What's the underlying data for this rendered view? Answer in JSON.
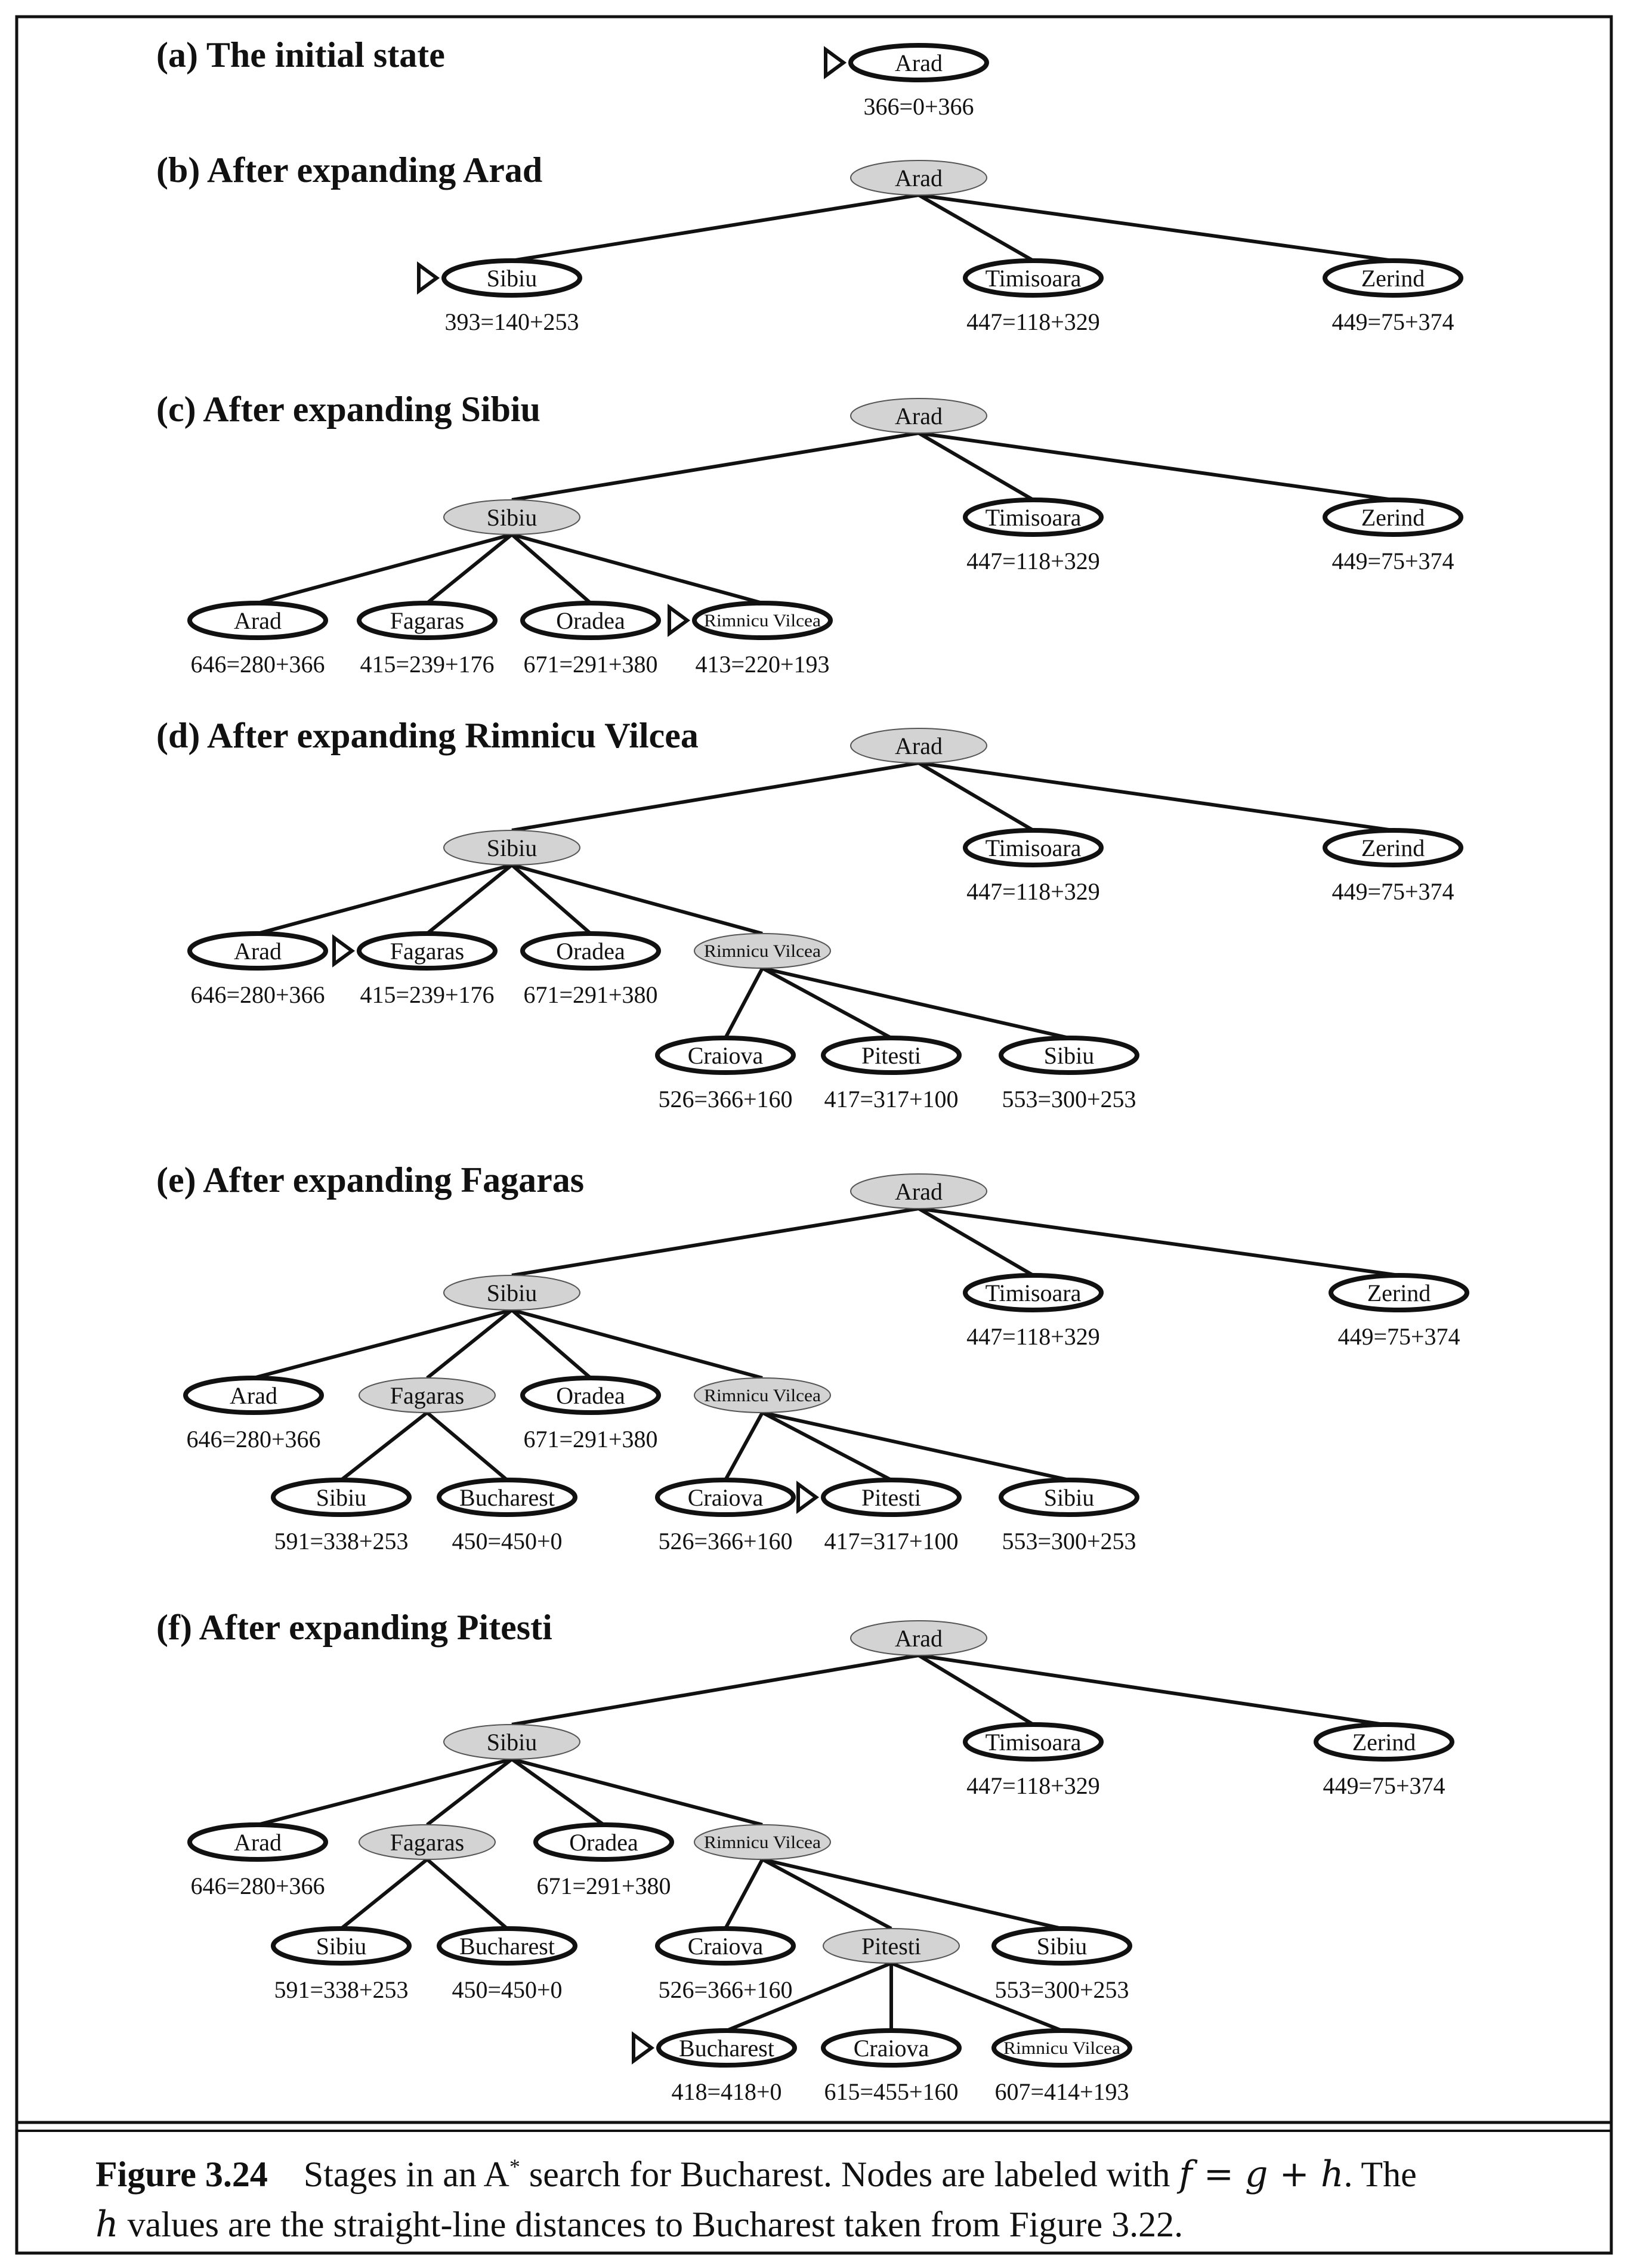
{
  "stages": [
    {
      "id": "a",
      "heading": "(a) The initial state",
      "nodes": [
        {
          "id": "arad",
          "label": "Arad",
          "f": "366=0+366",
          "expanded": false,
          "marked": true
        }
      ],
      "edges": []
    },
    {
      "id": "b",
      "heading": "(b) After expanding Arad",
      "nodes": [
        {
          "id": "arad",
          "label": "Arad",
          "f": "",
          "expanded": true,
          "marked": false
        },
        {
          "id": "sibiu",
          "label": "Sibiu",
          "f": "393=140+253",
          "expanded": false,
          "marked": true
        },
        {
          "id": "timisoara",
          "label": "Timisoara",
          "f": "447=118+329",
          "expanded": false,
          "marked": false
        },
        {
          "id": "zerind",
          "label": "Zerind",
          "f": "449=75+374",
          "expanded": false,
          "marked": false
        }
      ],
      "edges": [
        [
          "arad",
          "sibiu"
        ],
        [
          "arad",
          "timisoara"
        ],
        [
          "arad",
          "zerind"
        ]
      ]
    },
    {
      "id": "c",
      "heading": "(c) After expanding Sibiu",
      "nodes": [
        {
          "id": "arad",
          "label": "Arad",
          "f": "",
          "expanded": true,
          "marked": false
        },
        {
          "id": "sibiu",
          "label": "Sibiu",
          "f": "",
          "expanded": true,
          "marked": false
        },
        {
          "id": "timisoara",
          "label": "Timisoara",
          "f": "447=118+329",
          "expanded": false,
          "marked": false
        },
        {
          "id": "zerind",
          "label": "Zerind",
          "f": "449=75+374",
          "expanded": false,
          "marked": false
        },
        {
          "id": "arad2",
          "label": "Arad",
          "f": "646=280+366",
          "expanded": false,
          "marked": false
        },
        {
          "id": "fagaras",
          "label": "Fagaras",
          "f": "415=239+176",
          "expanded": false,
          "marked": false
        },
        {
          "id": "oradea",
          "label": "Oradea",
          "f": "671=291+380",
          "expanded": false,
          "marked": false
        },
        {
          "id": "rimnicu",
          "label": "Rimnicu Vilcea",
          "f": "413=220+193",
          "expanded": false,
          "marked": true
        }
      ],
      "edges": [
        [
          "arad",
          "sibiu"
        ],
        [
          "arad",
          "timisoara"
        ],
        [
          "arad",
          "zerind"
        ],
        [
          "sibiu",
          "arad2"
        ],
        [
          "sibiu",
          "fagaras"
        ],
        [
          "sibiu",
          "oradea"
        ],
        [
          "sibiu",
          "rimnicu"
        ]
      ]
    },
    {
      "id": "d",
      "heading": "(d) After expanding Rimnicu Vilcea",
      "nodes": [
        {
          "id": "arad",
          "label": "Arad",
          "f": "",
          "expanded": true,
          "marked": false
        },
        {
          "id": "sibiu",
          "label": "Sibiu",
          "f": "",
          "expanded": true,
          "marked": false
        },
        {
          "id": "timisoara",
          "label": "Timisoara",
          "f": "447=118+329",
          "expanded": false,
          "marked": false
        },
        {
          "id": "zerind",
          "label": "Zerind",
          "f": "449=75+374",
          "expanded": false,
          "marked": false
        },
        {
          "id": "arad2",
          "label": "Arad",
          "f": "646=280+366",
          "expanded": false,
          "marked": false
        },
        {
          "id": "fagaras",
          "label": "Fagaras",
          "f": "415=239+176",
          "expanded": false,
          "marked": true
        },
        {
          "id": "oradea",
          "label": "Oradea",
          "f": "671=291+380",
          "expanded": false,
          "marked": false
        },
        {
          "id": "rimnicu",
          "label": "Rimnicu Vilcea",
          "f": "",
          "expanded": true,
          "marked": false
        },
        {
          "id": "craiova",
          "label": "Craiova",
          "f": "526=366+160",
          "expanded": false,
          "marked": false
        },
        {
          "id": "pitesti",
          "label": "Pitesti",
          "f": "417=317+100",
          "expanded": false,
          "marked": false
        },
        {
          "id": "sibiu2",
          "label": "Sibiu",
          "f": "553=300+253",
          "expanded": false,
          "marked": false
        }
      ],
      "edges": [
        [
          "arad",
          "sibiu"
        ],
        [
          "arad",
          "timisoara"
        ],
        [
          "arad",
          "zerind"
        ],
        [
          "sibiu",
          "arad2"
        ],
        [
          "sibiu",
          "fagaras"
        ],
        [
          "sibiu",
          "oradea"
        ],
        [
          "sibiu",
          "rimnicu"
        ],
        [
          "rimnicu",
          "craiova"
        ],
        [
          "rimnicu",
          "pitesti"
        ],
        [
          "rimnicu",
          "sibiu2"
        ]
      ]
    },
    {
      "id": "e",
      "heading": "(e) After expanding Fagaras",
      "nodes": [
        {
          "id": "arad",
          "label": "Arad",
          "f": "",
          "expanded": true,
          "marked": false
        },
        {
          "id": "sibiu",
          "label": "Sibiu",
          "f": "",
          "expanded": true,
          "marked": false
        },
        {
          "id": "timisoara",
          "label": "Timisoara",
          "f": "447=118+329",
          "expanded": false,
          "marked": false
        },
        {
          "id": "zerind",
          "label": "Zerind",
          "f": "449=75+374",
          "expanded": false,
          "marked": false
        },
        {
          "id": "arad2",
          "label": "Arad",
          "f": "646=280+366",
          "expanded": false,
          "marked": false
        },
        {
          "id": "fagaras",
          "label": "Fagaras",
          "f": "",
          "expanded": true,
          "marked": false
        },
        {
          "id": "oradea",
          "label": "Oradea",
          "f": "671=291+380",
          "expanded": false,
          "marked": false
        },
        {
          "id": "rimnicu",
          "label": "Rimnicu Vilcea",
          "f": "",
          "expanded": true,
          "marked": false
        },
        {
          "id": "sibiu3",
          "label": "Sibiu",
          "f": "591=338+253",
          "expanded": false,
          "marked": false
        },
        {
          "id": "bucharest",
          "label": "Bucharest",
          "f": "450=450+0",
          "expanded": false,
          "marked": false
        },
        {
          "id": "craiova",
          "label": "Craiova",
          "f": "526=366+160",
          "expanded": false,
          "marked": false
        },
        {
          "id": "pitesti",
          "label": "Pitesti",
          "f": "417=317+100",
          "expanded": false,
          "marked": true
        },
        {
          "id": "sibiu2",
          "label": "Sibiu",
          "f": "553=300+253",
          "expanded": false,
          "marked": false
        }
      ],
      "edges": [
        [
          "arad",
          "sibiu"
        ],
        [
          "arad",
          "timisoara"
        ],
        [
          "arad",
          "zerind"
        ],
        [
          "sibiu",
          "arad2"
        ],
        [
          "sibiu",
          "fagaras"
        ],
        [
          "sibiu",
          "oradea"
        ],
        [
          "sibiu",
          "rimnicu"
        ],
        [
          "fagaras",
          "sibiu3"
        ],
        [
          "fagaras",
          "bucharest"
        ],
        [
          "rimnicu",
          "craiova"
        ],
        [
          "rimnicu",
          "pitesti"
        ],
        [
          "rimnicu",
          "sibiu2"
        ]
      ]
    },
    {
      "id": "f",
      "heading": "(f) After expanding Pitesti",
      "nodes": [
        {
          "id": "arad",
          "label": "Arad",
          "f": "",
          "expanded": true,
          "marked": false
        },
        {
          "id": "sibiu",
          "label": "Sibiu",
          "f": "",
          "expanded": true,
          "marked": false
        },
        {
          "id": "timisoara",
          "label": "Timisoara",
          "f": "447=118+329",
          "expanded": false,
          "marked": false
        },
        {
          "id": "zerind",
          "label": "Zerind",
          "f": "449=75+374",
          "expanded": false,
          "marked": false
        },
        {
          "id": "arad2",
          "label": "Arad",
          "f": "646=280+366",
          "expanded": false,
          "marked": false
        },
        {
          "id": "fagaras",
          "label": "Fagaras",
          "f": "",
          "expanded": true,
          "marked": false
        },
        {
          "id": "oradea",
          "label": "Oradea",
          "f": "671=291+380",
          "expanded": false,
          "marked": false
        },
        {
          "id": "rimnicu",
          "label": "Rimnicu Vilcea",
          "f": "",
          "expanded": true,
          "marked": false
        },
        {
          "id": "sibiu3",
          "label": "Sibiu",
          "f": "591=338+253",
          "expanded": false,
          "marked": false
        },
        {
          "id": "bucharest",
          "label": "Bucharest",
          "f": "450=450+0",
          "expanded": false,
          "marked": false
        },
        {
          "id": "craiova",
          "label": "Craiova",
          "f": "526=366+160",
          "expanded": false,
          "marked": false
        },
        {
          "id": "pitesti",
          "label": "Pitesti",
          "f": "",
          "expanded": true,
          "marked": false
        },
        {
          "id": "sibiu2",
          "label": "Sibiu",
          "f": "553=300+253",
          "expanded": false,
          "marked": false
        },
        {
          "id": "bucharest2",
          "label": "Bucharest",
          "f": "418=418+0",
          "expanded": false,
          "marked": true
        },
        {
          "id": "craiova2",
          "label": "Craiova",
          "f": "615=455+160",
          "expanded": false,
          "marked": false
        },
        {
          "id": "rimnicu2",
          "label": "Rimnicu Vilcea",
          "f": "607=414+193",
          "expanded": false,
          "marked": false
        }
      ],
      "edges": [
        [
          "arad",
          "sibiu"
        ],
        [
          "arad",
          "timisoara"
        ],
        [
          "arad",
          "zerind"
        ],
        [
          "sibiu",
          "arad2"
        ],
        [
          "sibiu",
          "fagaras"
        ],
        [
          "sibiu",
          "oradea"
        ],
        [
          "sibiu",
          "rimnicu"
        ],
        [
          "fagaras",
          "sibiu3"
        ],
        [
          "fagaras",
          "bucharest"
        ],
        [
          "rimnicu",
          "craiova"
        ],
        [
          "rimnicu",
          "pitesti"
        ],
        [
          "rimnicu",
          "sibiu2"
        ],
        [
          "pitesti",
          "bucharest2"
        ],
        [
          "pitesti",
          "craiova2"
        ],
        [
          "pitesti",
          "rimnicu2"
        ]
      ]
    }
  ],
  "caption": {
    "label": "Figure 3.24",
    "line1_text": "Stages in an A",
    "line1_sup": "*",
    "line1_rest": " search for Bucharest. Nodes are labeled with ",
    "line1_math": "f = g + h",
    "line1_end": ". The",
    "line2_math": "h",
    "line2_rest": " values are the straight-line distances to Bucharest taken from Figure 3.22."
  },
  "colors": {
    "expanded_fill": "#d3d3d3",
    "frontier_fill": "#ffffff",
    "stroke": "#111111"
  }
}
